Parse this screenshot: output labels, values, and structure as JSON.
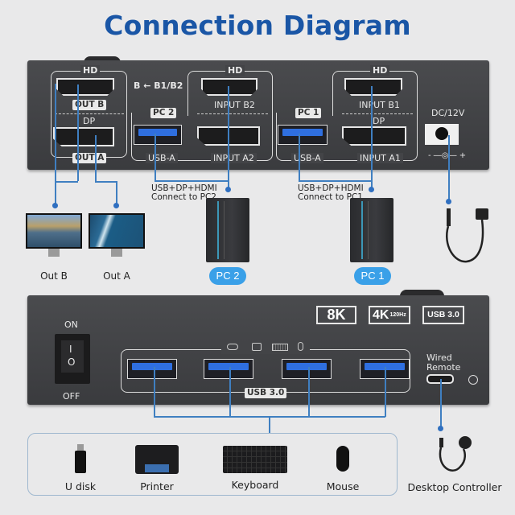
{
  "title": "Connection Diagram",
  "top_panel": {
    "out_group": {
      "hd_label": "HD",
      "out_b": "OUT B",
      "dp_label": "DP",
      "out_a": "OUT A"
    },
    "routing_note": "B ← B1/B2",
    "pc2_group": {
      "tag": "PC 2",
      "hd_label": "HD",
      "input_b": "INPUT B2",
      "usb_label": "USB-A",
      "input_a": "INPUT A2"
    },
    "pc1_group": {
      "tag": "PC 1",
      "hd_label": "HD",
      "input_b": "INPUT B1",
      "dp_label": "DP",
      "usb_label": "USB-A",
      "input_a": "INPUT A1"
    },
    "power": {
      "label": "DC/12V",
      "polarity": "- ―◎― +"
    }
  },
  "middle": {
    "monitors": [
      {
        "label": "Out B"
      },
      {
        "label": "Out A"
      }
    ],
    "pcs": [
      {
        "note_line1": "USB+DP+HDMI",
        "note_line2": "Connect to PC2",
        "pill": "PC 2"
      },
      {
        "note_line1": "USB+DP+HDMI",
        "note_line2": "Connect to PC1",
        "pill": "PC 1"
      }
    ],
    "power_adapter": "power-adapter"
  },
  "bottom_panel": {
    "switch_on": "ON",
    "switch_off": "OFF",
    "switch_mark_on": "I",
    "switch_mark_off": "O",
    "badges": [
      "8K",
      "4K",
      "USB 3.0"
    ],
    "badge_4k_sub": "120Hz",
    "usb_group_label": "USB 3.0",
    "usb_icons": [
      "usb-stick-icon",
      "printer-icon",
      "keyboard-icon",
      "mouse-icon"
    ],
    "wired_remote_line1": "Wired",
    "wired_remote_line2": "Remote"
  },
  "devices": [
    {
      "label": "U disk"
    },
    {
      "label": "Printer"
    },
    {
      "label": "Keyboard"
    },
    {
      "label": "Mouse"
    }
  ],
  "desktop_controller": "Desktop Controller",
  "colors": {
    "title": "#1a56a6",
    "wire": "#3f7fc1",
    "pill": "#3aa0e8",
    "panel": "#434447"
  }
}
